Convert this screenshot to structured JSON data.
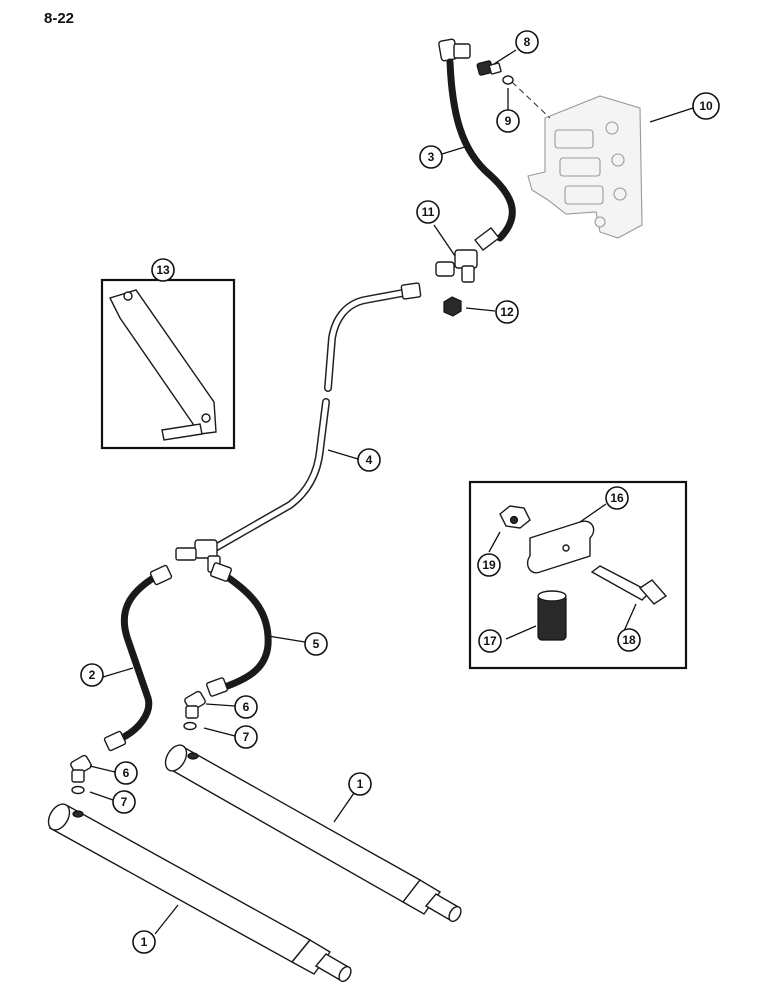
{
  "page_number": "8-22",
  "callouts": [
    {
      "label": "1"
    },
    {
      "label": "1"
    },
    {
      "label": "2"
    },
    {
      "label": "3"
    },
    {
      "label": "4"
    },
    {
      "label": "5"
    },
    {
      "label": "6"
    },
    {
      "label": "6"
    },
    {
      "label": "7"
    },
    {
      "label": "7"
    },
    {
      "label": "8"
    },
    {
      "label": "9"
    },
    {
      "label": "10"
    },
    {
      "label": "11"
    },
    {
      "label": "12"
    },
    {
      "label": "13"
    },
    {
      "label": "16"
    },
    {
      "label": "17"
    },
    {
      "label": "18"
    },
    {
      "label": "19"
    }
  ]
}
